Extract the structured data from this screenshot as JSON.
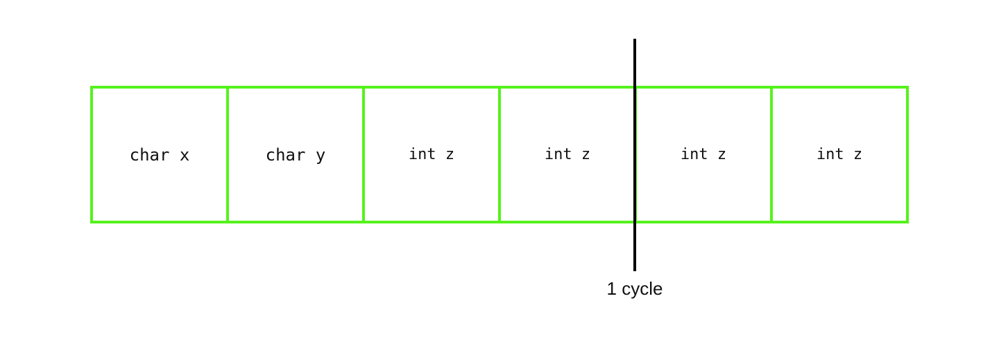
{
  "diagram": {
    "border_color": "#55f21d",
    "line_color": "#000000",
    "cells": [
      {
        "label": "char x"
      },
      {
        "label": "char y"
      },
      {
        "label": "int z"
      },
      {
        "label": "int z"
      },
      {
        "label": "int z"
      },
      {
        "label": "int z"
      }
    ],
    "cycle_label": "1 cycle"
  }
}
